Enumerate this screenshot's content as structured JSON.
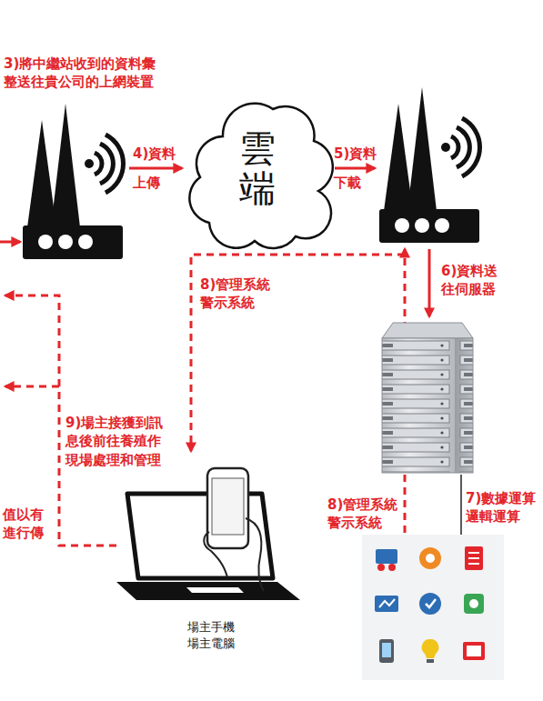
{
  "diagram": {
    "nodes": [
      {
        "text": [
          "3)將中繼站收到的資料彙 整送往貴公司的上網裝置"
        ]
      },
      {
        "text": [
          "雲端"
        ]
      },
      {
        "text": [
          "場主手機 場主電腦"
        ]
      }
    ],
    "edges": [
      {
        "from": 0,
        "to": 1,
        "arrow": "to",
        "label": "4)資料 上傳"
      }
    ],
    "labels": [
      "5)資料 下載",
      "6)資料送 往伺服器",
      "7)數據運算 邏輯運算",
      "8)管理系統 警示系統",
      "8)管理系統 警示系統",
      "9)場主接獲到訊 息後前往養殖作 現場處理和管理",
      "值以有 進行傳"
    ]
  }
}
